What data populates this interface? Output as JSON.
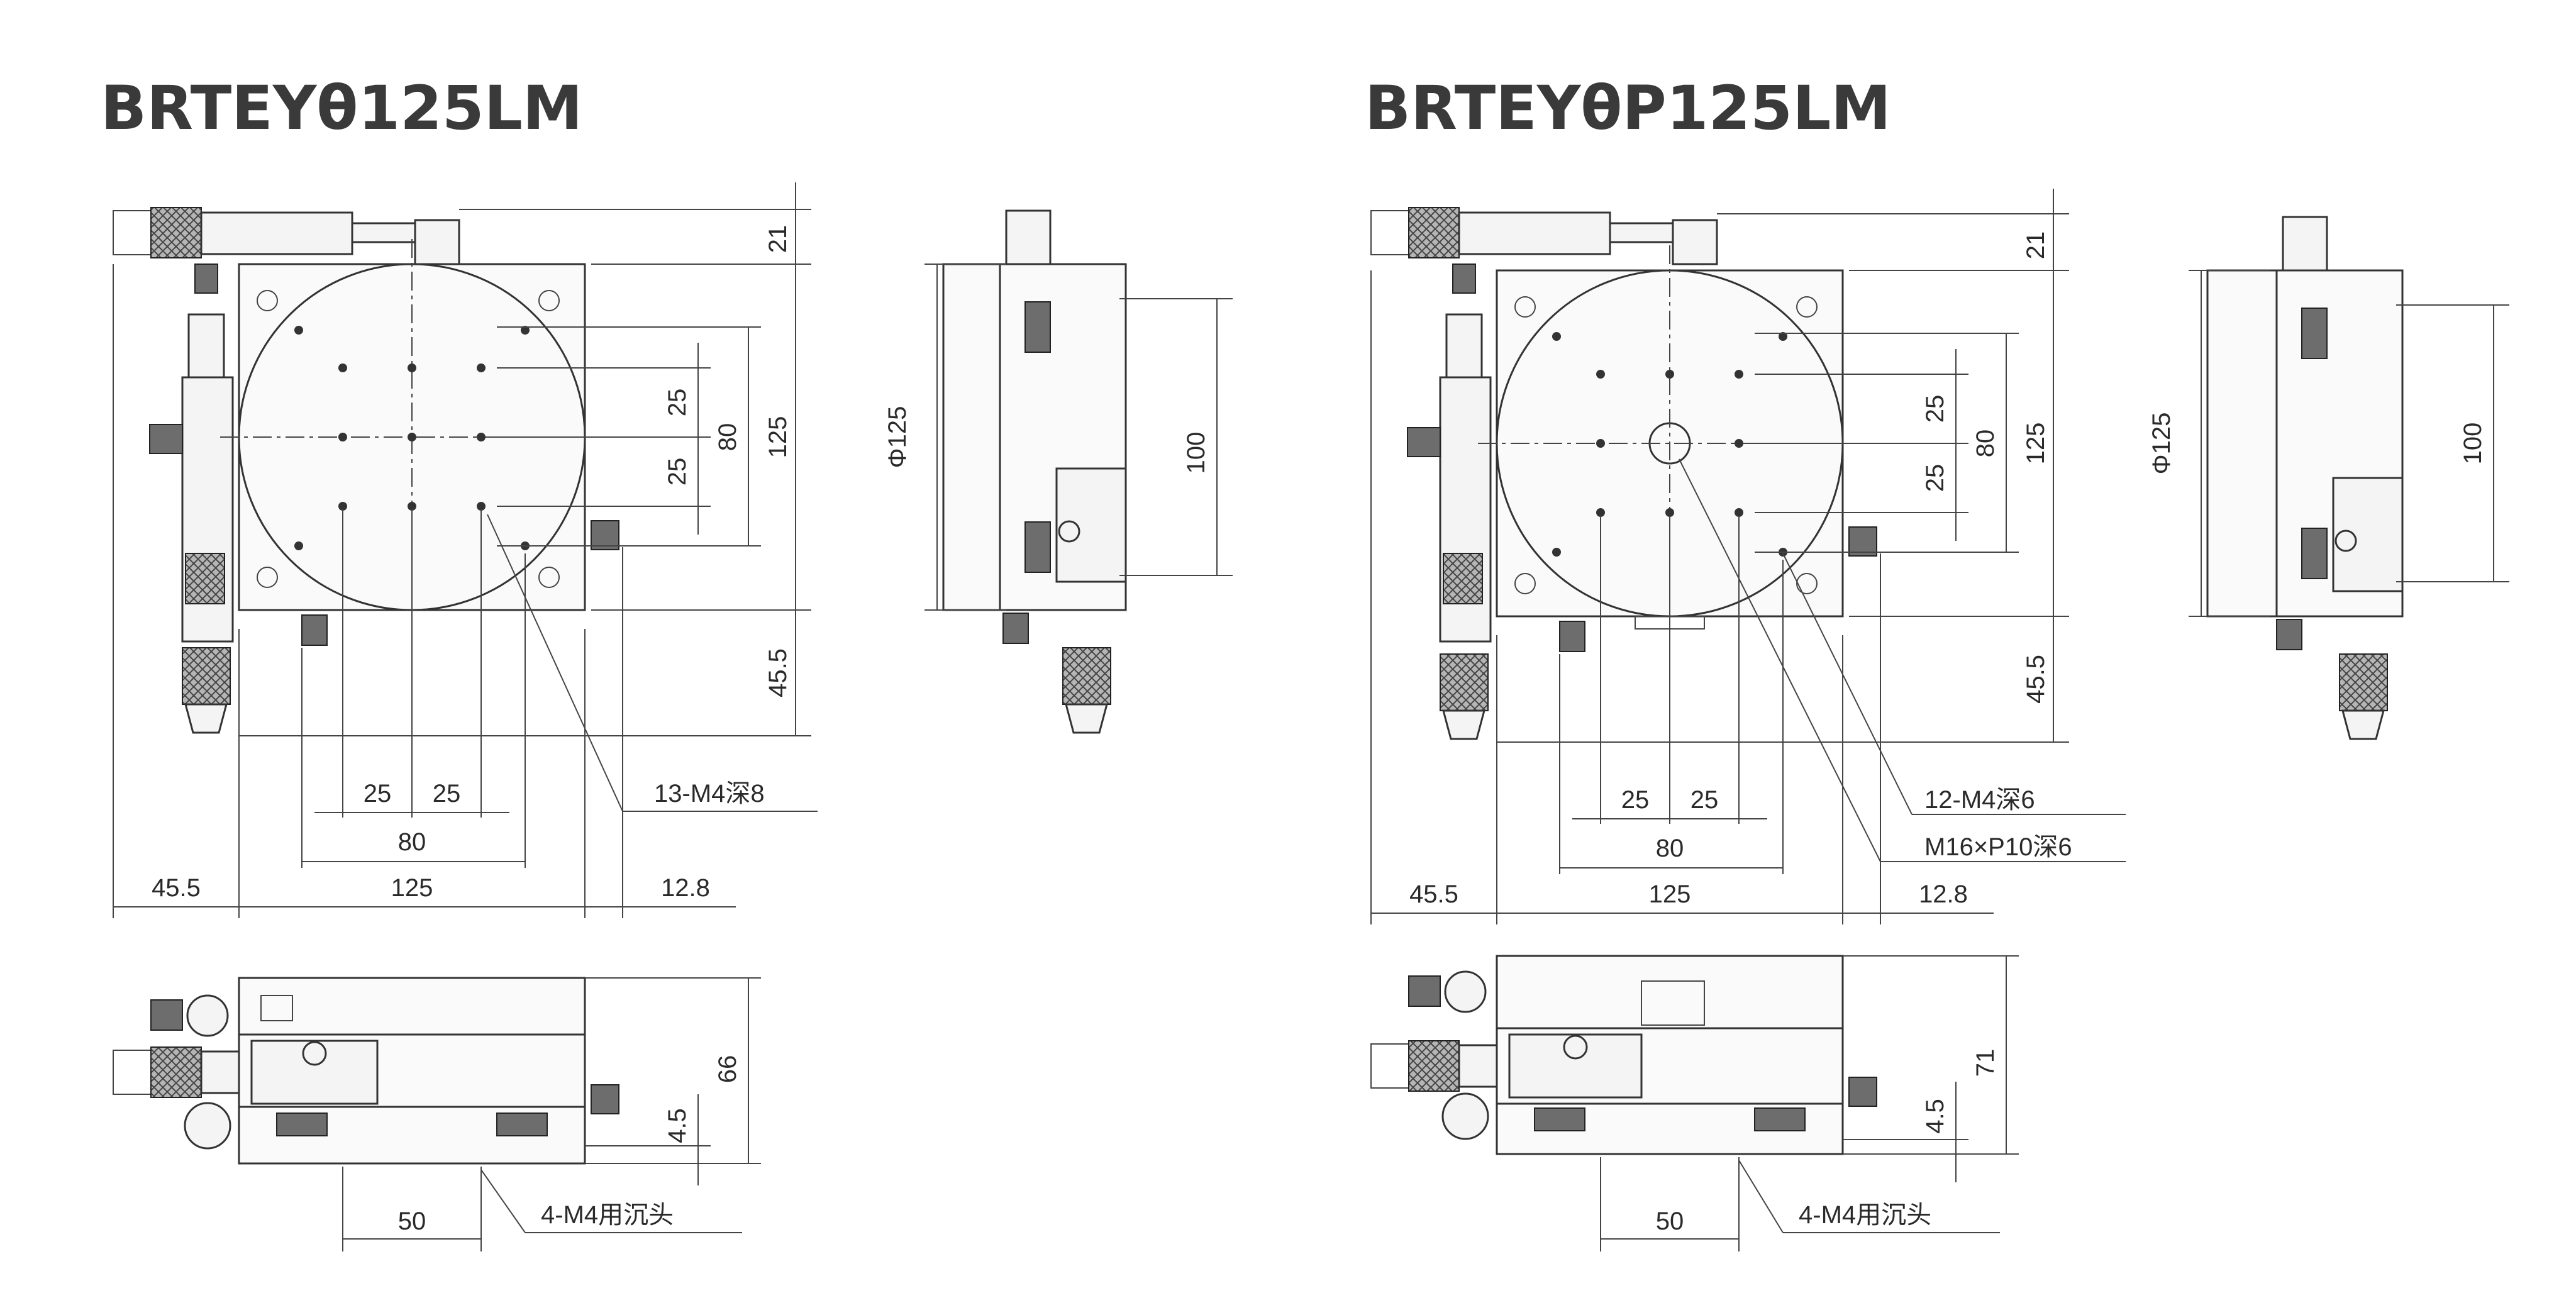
{
  "left": {
    "title": "BRTEYθ125LM",
    "top_view": {
      "dims_right": [
        "21",
        "125",
        "80",
        "25",
        "25",
        "45.5"
      ],
      "dims_bottom": [
        "25",
        "25",
        "80",
        "45.5",
        "125",
        "12.8"
      ],
      "callout": "13-M4深8"
    },
    "side_view": {
      "diameter": "Φ125",
      "height": "100"
    },
    "front_view": {
      "height": "66",
      "offset": "4.5",
      "spacing": "50",
      "callout": "4-M4用沉头"
    }
  },
  "right": {
    "title": "BRTEYθP125LM",
    "top_view": {
      "dims_right": [
        "21",
        "125",
        "80",
        "25",
        "25",
        "45.5"
      ],
      "dims_bottom": [
        "25",
        "25",
        "80",
        "45.5",
        "125",
        "12.8"
      ],
      "callout_1": "12-M4深6",
      "callout_2": "M16×P10深6"
    },
    "side_view": {
      "diameter": "Φ125",
      "height": "100"
    },
    "front_view": {
      "height": "71",
      "offset": "4.5",
      "spacing": "50",
      "callout": "4-M4用沉头"
    }
  }
}
